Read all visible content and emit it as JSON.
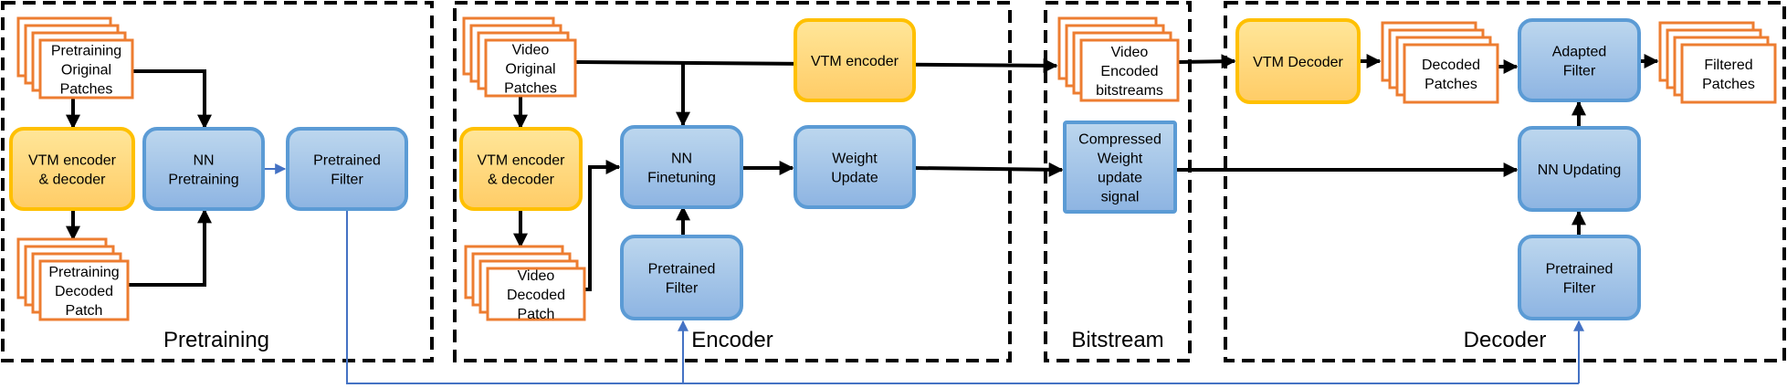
{
  "sections": {
    "pretraining": "Pretraining",
    "encoder": "Encoder",
    "bitstream": "Bitstream",
    "decoder": "Decoder"
  },
  "nodes": {
    "pretrain_orig": [
      "Pretraining",
      "Original",
      "Patches"
    ],
    "pretrain_vtm": [
      "VTM encoder",
      "& decoder"
    ],
    "pretrain_decoded": [
      "Pretraining",
      "Decoded",
      "Patch"
    ],
    "nn_pretraining": [
      "NN",
      "Pretraining"
    ],
    "pretrained_filter_1": [
      "Pretrained",
      "Filter"
    ],
    "video_orig": [
      "Video",
      "Original",
      "Patches"
    ],
    "enc_vtm_codec": [
      "VTM encoder",
      "& decoder"
    ],
    "video_decoded": [
      "Video",
      "Decoded",
      "Patch"
    ],
    "nn_finetuning": [
      "NN",
      "Finetuning"
    ],
    "pretrained_filter_2": [
      "Pretrained",
      "Filter"
    ],
    "vtm_encoder": [
      "VTM encoder"
    ],
    "weight_update": [
      "Weight",
      "Update"
    ],
    "video_bitstreams": [
      "Video",
      "Encoded",
      "bitstreams"
    ],
    "compressed_weight": [
      "Compressed",
      "Weight",
      "update",
      "signal"
    ],
    "vtm_decoder": [
      "VTM Decoder"
    ],
    "decoded_patches": [
      "Decoded",
      "Patches"
    ],
    "adapted_filter": [
      "Adapted",
      "Filter"
    ],
    "filtered_patches": [
      "Filtered",
      "Patches"
    ],
    "nn_updating": [
      "NN Updating"
    ],
    "pretrained_filter_3": [
      "Pretrained",
      "Filter"
    ]
  }
}
